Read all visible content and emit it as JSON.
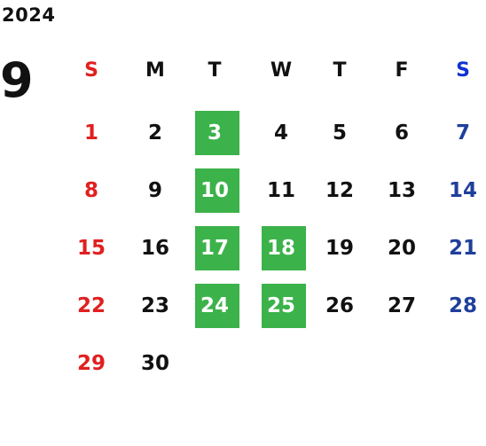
{
  "calendar": {
    "year": "2024",
    "month": "9",
    "weekdays": [
      "S",
      "M",
      "T",
      "W",
      "T",
      "F",
      "S"
    ],
    "highlight_color": "#3cb24a",
    "sunday_color": "#e02020",
    "saturday_color": "#1f3f9a",
    "weeks": [
      [
        "1",
        "2",
        "3",
        "4",
        "5",
        "6",
        "7"
      ],
      [
        "8",
        "9",
        "10",
        "11",
        "12",
        "13",
        "14"
      ],
      [
        "15",
        "16",
        "17",
        "18",
        "19",
        "20",
        "21"
      ],
      [
        "22",
        "23",
        "24",
        "25",
        "26",
        "27",
        "28"
      ],
      [
        "29",
        "30",
        "",
        "",
        "",
        "",
        ""
      ]
    ],
    "highlighted_days": [
      "3",
      "10",
      "17",
      "18",
      "24",
      "25"
    ]
  }
}
